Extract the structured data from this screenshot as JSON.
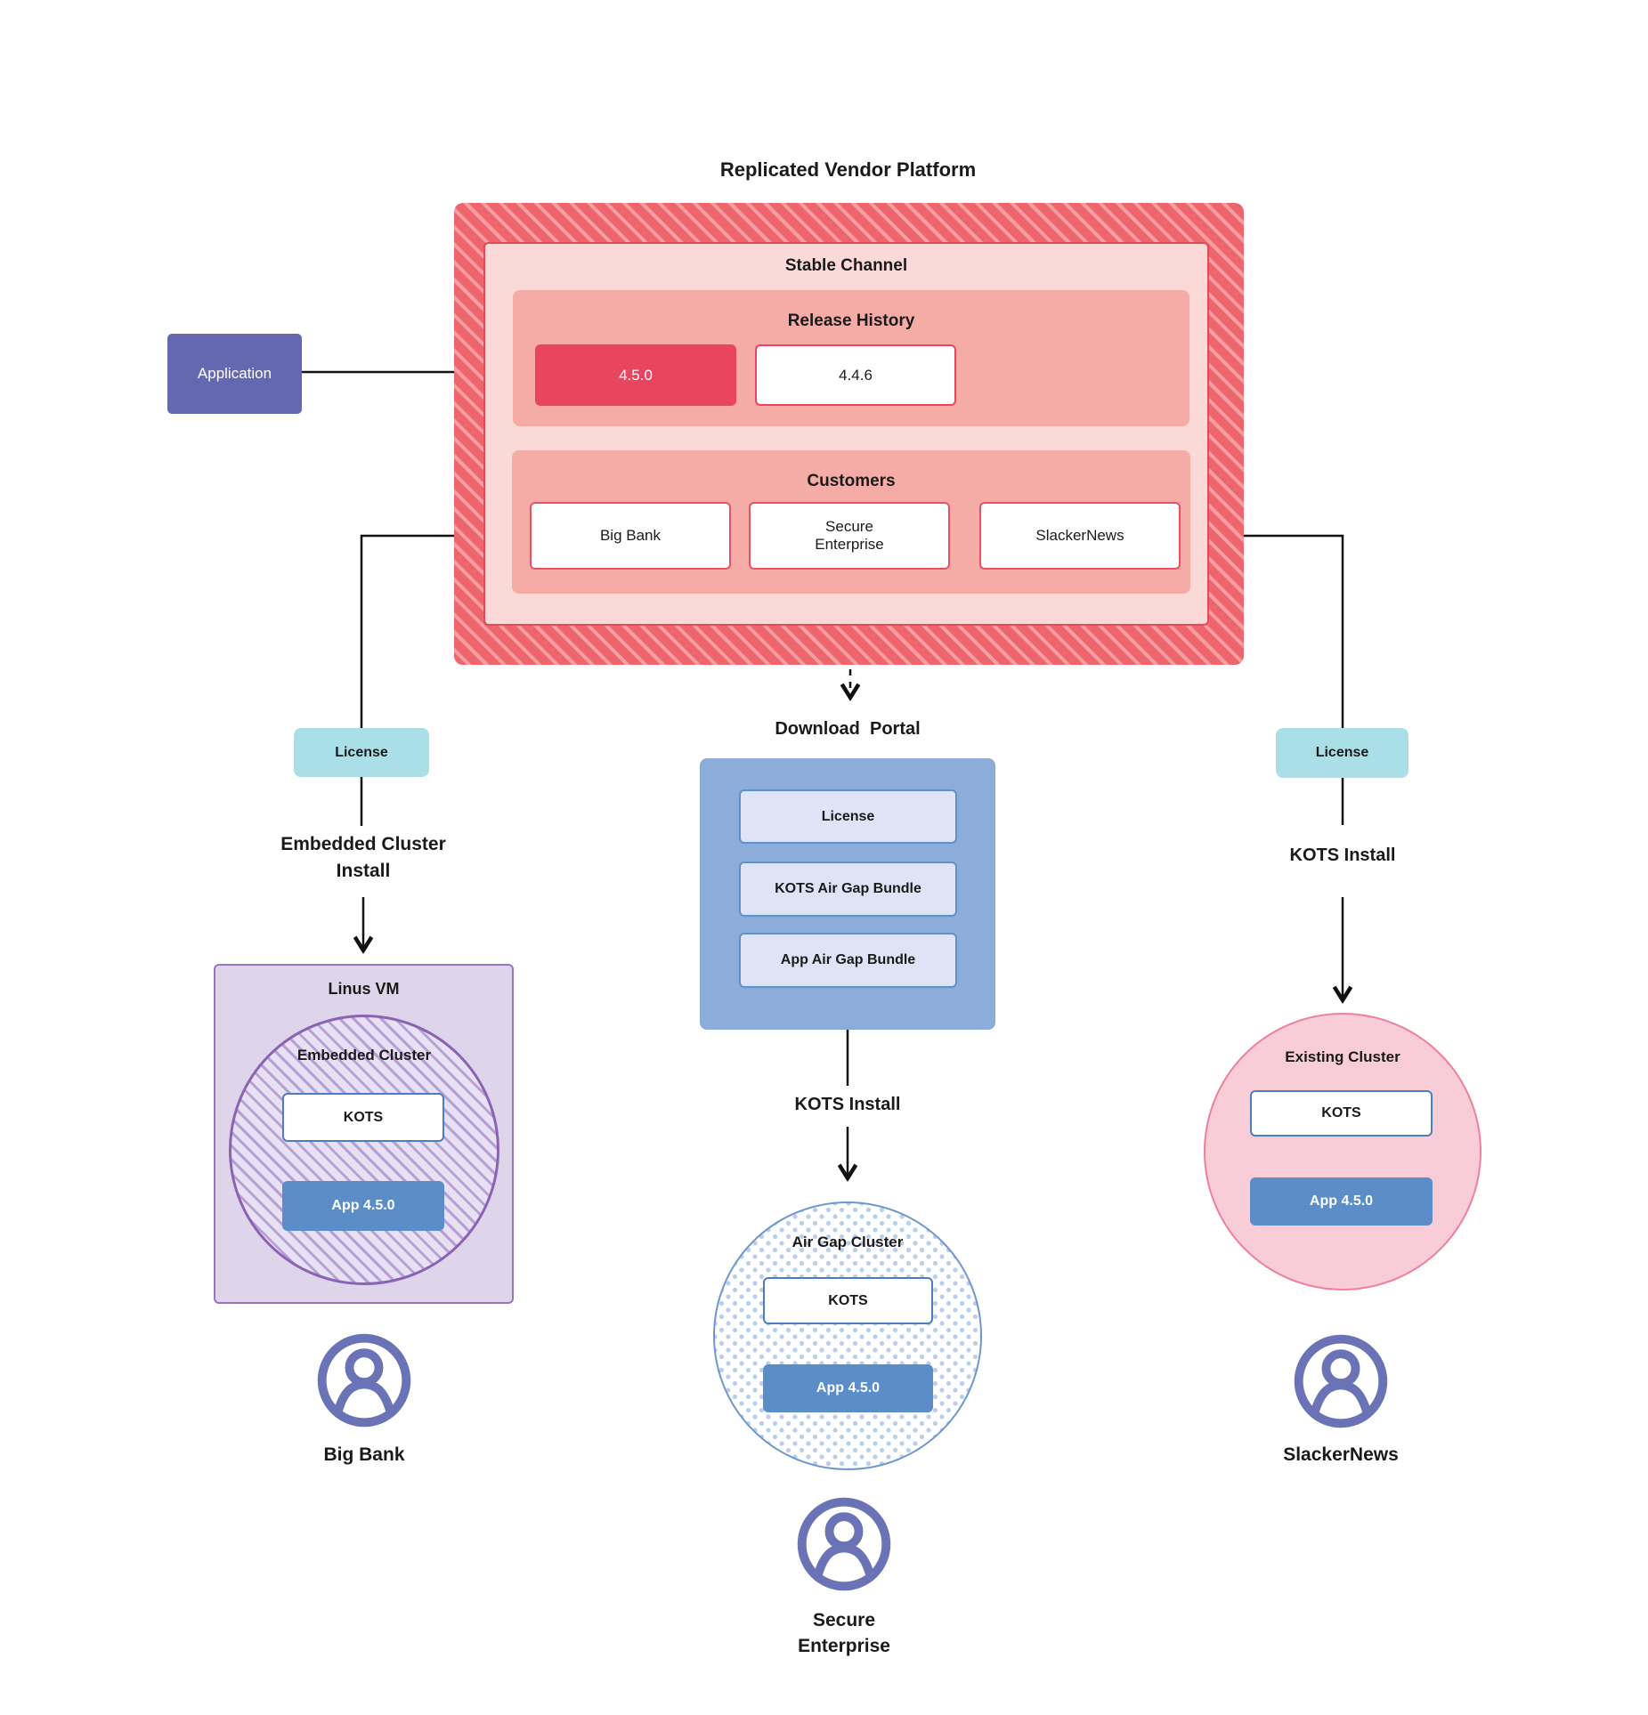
{
  "title": "Replicated Vendor Platform",
  "platform": {
    "stable_channel": {
      "label": "Stable Channel",
      "release_history": {
        "label": "Release History",
        "releases": [
          {
            "version": "4.5.0",
            "current": true
          },
          {
            "version": "4.4.6",
            "current": false
          }
        ]
      },
      "customers": {
        "label": "Customers",
        "items": [
          "Big Bank",
          "Secure\nEnterprise",
          "SlackerNews"
        ]
      }
    }
  },
  "application": {
    "label": "Application"
  },
  "download_portal": {
    "label": "Download  Portal",
    "items": [
      "License",
      "KOTS Air Gap Bundle",
      "App Air Gap Bundle"
    ]
  },
  "left_flow": {
    "license_label": "License",
    "install_label": "Embedded Cluster\nInstall",
    "vm": {
      "label": "Linus VM",
      "cluster_label": "Embedded Cluster",
      "kots_label": "KOTS",
      "app_label": "App 4.5.0"
    },
    "user_label": "Big Bank"
  },
  "middle_flow": {
    "install_label": "KOTS Install",
    "cluster": {
      "label": "Air Gap Cluster",
      "kots_label": "KOTS",
      "app_label": "App 4.5.0"
    },
    "user_label": "Secure\nEnterprise"
  },
  "right_flow": {
    "license_label": "License",
    "install_label": "KOTS Install",
    "cluster": {
      "label": "Existing Cluster",
      "kots_label": "KOTS",
      "app_label": "App 4.5.0"
    },
    "user_label": "SlackerNews"
  },
  "colors": {
    "platform_red": "#ee666c",
    "release_current": "#e94560",
    "panel_pink": "#f5aba6",
    "application_indigo": "#6468b0",
    "license_teal": "#abdfe7",
    "portal_blue": "#8cacd9",
    "app_blue": "#5b8dc9",
    "vm_purple": "#ded5eb",
    "existing_pink": "#f9cdd8",
    "user_icon": "#6a73b5"
  }
}
